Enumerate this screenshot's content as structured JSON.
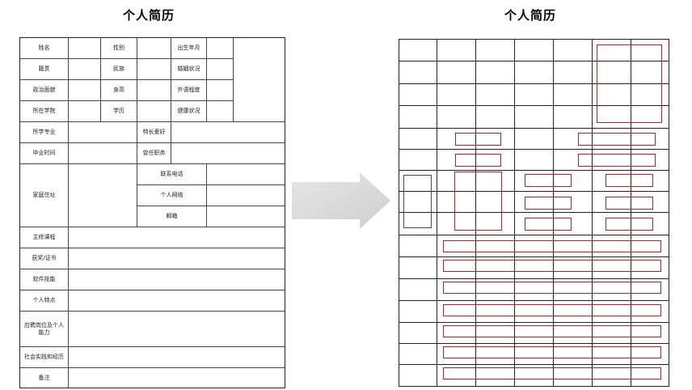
{
  "left_title": "个人简历",
  "right_title": "个人简历",
  "resume": {
    "name": "姓名",
    "gender": "性别",
    "birth": "出生年月",
    "native_place": "籍贯",
    "ethnicity": "民族",
    "marital_status": "婚姻状况",
    "political_status": "政治面貌",
    "height": "身高",
    "foreign_language": "外语程度",
    "school": "所在学院",
    "education": "学历",
    "health": "健康状况",
    "major": "所学专业",
    "hobby": "特长爱好",
    "graduation": "毕业时间",
    "former_position": "曾任职务",
    "address": "家庭住址",
    "phone": "联系电话",
    "homepage": "个人网络",
    "email": "邮箱",
    "main_courses": "主修课程",
    "awards": "获奖/证书",
    "software_skills": "软件技能",
    "traits": "个人特点",
    "job_and_ability": "应聘岗位及个人能力",
    "experience": "社会实践和经历",
    "remarks": "备注"
  }
}
